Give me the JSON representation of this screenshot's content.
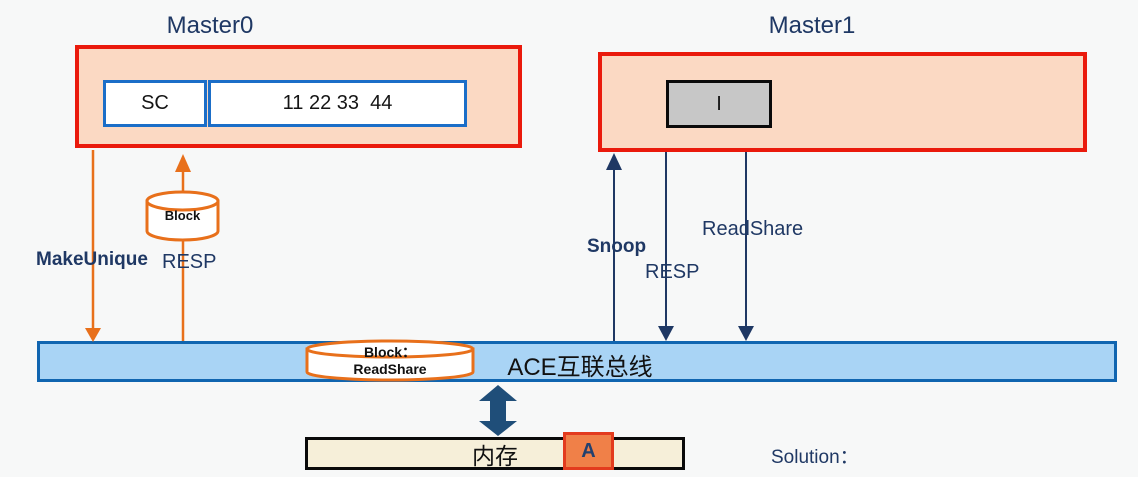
{
  "masters": {
    "master0": {
      "title": "Master0",
      "cache_state": "SC",
      "cache_data": "11 22 33  44"
    },
    "master1": {
      "title": "Master1",
      "cache_state": "I"
    }
  },
  "signals": {
    "make_unique": "MakeUnique",
    "resp_master0": "RESP",
    "snoop": "Snoop",
    "resp_master1": "RESP",
    "read_share": "ReadShare"
  },
  "block_cylinder": {
    "label": "Block"
  },
  "bus_cylinder": {
    "line1": "Block：",
    "line2": "ReadShare"
  },
  "bus": {
    "label": "ACE互联总线"
  },
  "memory": {
    "label": "内存",
    "cell": "A"
  },
  "solution_label": "Solution：",
  "colors": {
    "navy_text": "#1f3864",
    "red_border": "#ea1a0c",
    "peach_fill": "#fbd9c3",
    "blue_border": "#1b6ec8",
    "bus_border": "#1065b0",
    "bus_fill": "#a9d4f5",
    "orange_signal": "#e8701b",
    "memory_fill": "#f6efd9",
    "a_cell_fill": "#f08048",
    "double_arrow": "#1f4e79"
  }
}
